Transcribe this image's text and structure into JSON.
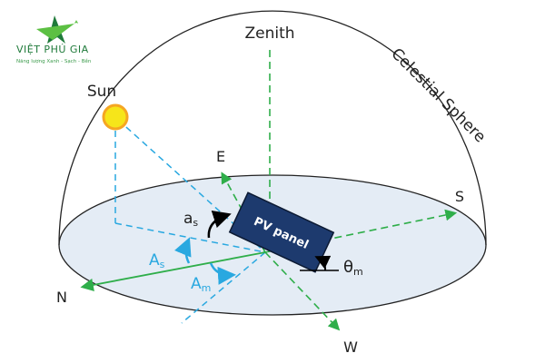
{
  "logo": {
    "brand": "VIỆT PHÚ GIA",
    "tagline": "Năng lượng Xanh - Sạch - Bền"
  },
  "labels": {
    "zenith": "Zenith",
    "sun": "Sun",
    "celestial": "Celestial Sphere",
    "east": "E",
    "south": "S",
    "north": "N",
    "west": "W",
    "altitude_sun": "a",
    "altitude_sun_sub": "s",
    "azimuth_sun": "A",
    "azimuth_sun_sub": "s",
    "azimuth_module": "A",
    "azimuth_module_sub": "m",
    "tilt": "θ",
    "tilt_sub": "m",
    "panel": "PV panel"
  },
  "colors": {
    "green": "#2fae4a",
    "blue": "#29a8e0",
    "panel": "#1d3a6e",
    "ground": "#e4ecf5",
    "sun": "#f6e51a",
    "sun_ring": "#f5a623"
  }
}
